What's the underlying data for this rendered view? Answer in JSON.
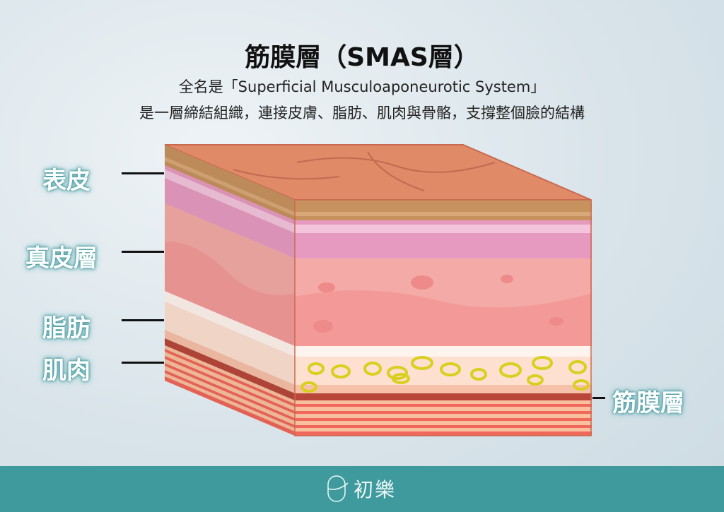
{
  "header": {
    "title": "筋膜層（SMAS層）",
    "subtitle1": "全名是「Superficial Musculoaponeurotic System」",
    "subtitle2": "是一層締結組織，連接皮膚、脂肪、肌肉與骨骼，支撐整個臉的結構"
  },
  "labels": {
    "epidermis": "表皮",
    "dermis": "真皮層",
    "fat": "脂肪",
    "muscle": "肌肉",
    "smas": "筋膜層"
  },
  "footer": {
    "brand": "初樂"
  },
  "colors": {
    "footer": "#3f9a9e",
    "epidermis": "#c8925e",
    "dermis_top": "#e69ac0",
    "dermis": "#f4a7a5",
    "smas": "#b8473a",
    "muscle": "#f0685a",
    "fat_ring": "#d9cf1e"
  }
}
